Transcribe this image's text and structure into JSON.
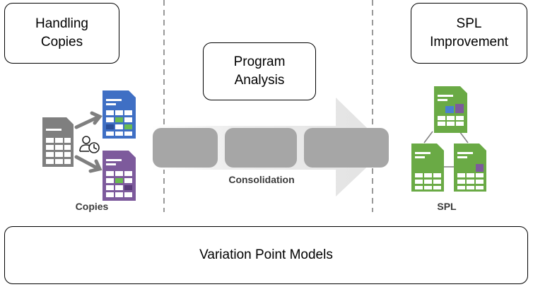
{
  "phases": {
    "handling_copies": "Handling Copies",
    "program_analysis": "Program Analysis",
    "spl_improvement": "SPL Improvement"
  },
  "labels": {
    "copies": "Copies",
    "consolidation": "Consolidation",
    "spl": "SPL"
  },
  "bottom_box": "Variation Point Models",
  "colors": {
    "gray_doc": "#7f7f7f",
    "blue_doc": "#3f6fc4",
    "purple_doc": "#7d5a9c",
    "green_doc": "#6aaa45",
    "arrow": "#e6e6e6",
    "segment": "#a6a6a6"
  },
  "icons": [
    "gray-table-document-icon",
    "user-clock-icon",
    "blue-table-document-icon",
    "purple-table-document-icon",
    "green-table-document-icon"
  ]
}
